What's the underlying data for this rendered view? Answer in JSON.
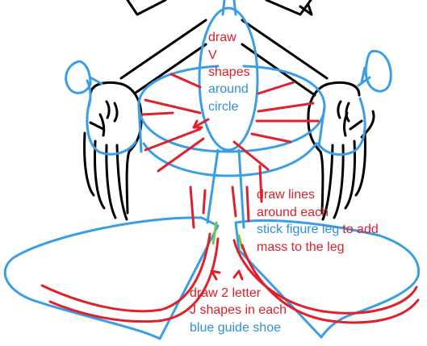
{
  "colors": {
    "background": "#ffffff",
    "ink": "#000000",
    "guide_blue": "#3a9ee6",
    "draw_red": "#e0202a",
    "accent_green": "#7dc242",
    "text_red": "#d9212b",
    "text_blue": "#2f8fdc"
  },
  "instructions": {
    "v_shapes": {
      "line1": "draw",
      "line2": "V",
      "line3": "shapes",
      "line4": "around",
      "line5": "circle"
    },
    "leg_lines": {
      "line1": "draw lines",
      "line2": "around each",
      "line3a": "stick figure leg",
      "line3b": "to add",
      "line4": "mass to the leg"
    },
    "j_shapes": {
      "line1": "draw 2 letter",
      "line2": "J shapes in each",
      "line3": "blue guide shoe"
    }
  }
}
